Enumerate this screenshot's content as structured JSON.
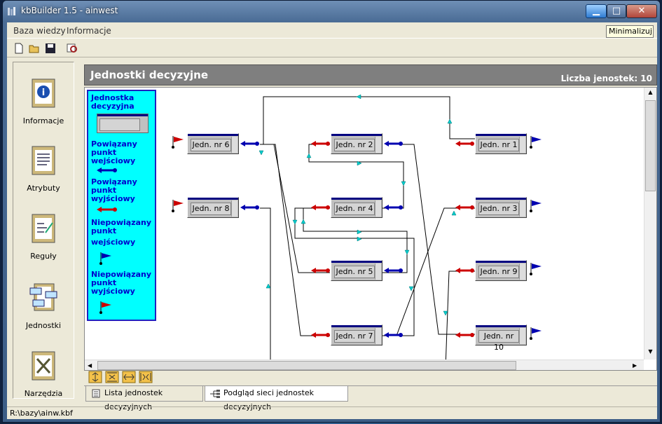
{
  "window": {
    "title": "kbBuilder 1.5 - ainwest",
    "tooltip": "Minimalizuj"
  },
  "menu": [
    "Baza wiedzy",
    "Informacje"
  ],
  "toolbar": [
    "new-file-icon",
    "open-folder-icon",
    "save-icon",
    "preview-icon"
  ],
  "sidebar": {
    "items": [
      {
        "label": "Informacje",
        "icon": "info-clipboard-icon"
      },
      {
        "label": "Atrybuty",
        "icon": "attributes-clipboard-icon"
      },
      {
        "label": "Reguły",
        "icon": "rules-clipboard-icon"
      },
      {
        "label": "Jednostki",
        "icon": "units-clipboard-icon"
      },
      {
        "label": "Narzędzia",
        "icon": "tools-icon"
      }
    ]
  },
  "header": {
    "title": "Jednostki decyzyjne",
    "count": "Liczba jenostek: 10"
  },
  "legend": {
    "unit": "Jednostka decyzyjna",
    "linked_in": "Powiązany punkt wejściowy",
    "linked_out": "Powiązany punkt wyjściowy",
    "unlinked_in_a": "Niepowiązany punkt",
    "unlinked_in_b": "wejściowy",
    "unlinked_out": "Niepowiązany punkt wyjściowy"
  },
  "nodes": [
    {
      "id": "6",
      "label": "Jedn. nr 6"
    },
    {
      "id": "2",
      "label": "Jedn. nr 2"
    },
    {
      "id": "1",
      "label": "Jedn. nr 1"
    },
    {
      "id": "8",
      "label": "Jedn. nr 8"
    },
    {
      "id": "4",
      "label": "Jedn. nr 4"
    },
    {
      "id": "3",
      "label": "Jedn. nr 3"
    },
    {
      "id": "5",
      "label": "Jedn. nr 5"
    },
    {
      "id": "9",
      "label": "Jedn. nr 9"
    },
    {
      "id": "7",
      "label": "Jedn. nr 7"
    },
    {
      "id": "10",
      "label": "Jedn. nr 10"
    }
  ],
  "tabs": [
    {
      "label": "Lista jednostek decyzyjnych"
    },
    {
      "label": "Podgląd sieci jednostek decyzyjnych",
      "active": true
    }
  ],
  "status": "R:\\bazy\\ainw.kbf",
  "colors": {
    "legend_bg": "#00ffff",
    "header_bg": "#7f7f7f",
    "in_arrow": "#0000b0",
    "out_arrow": "#cc0000",
    "connector": "#000000"
  }
}
